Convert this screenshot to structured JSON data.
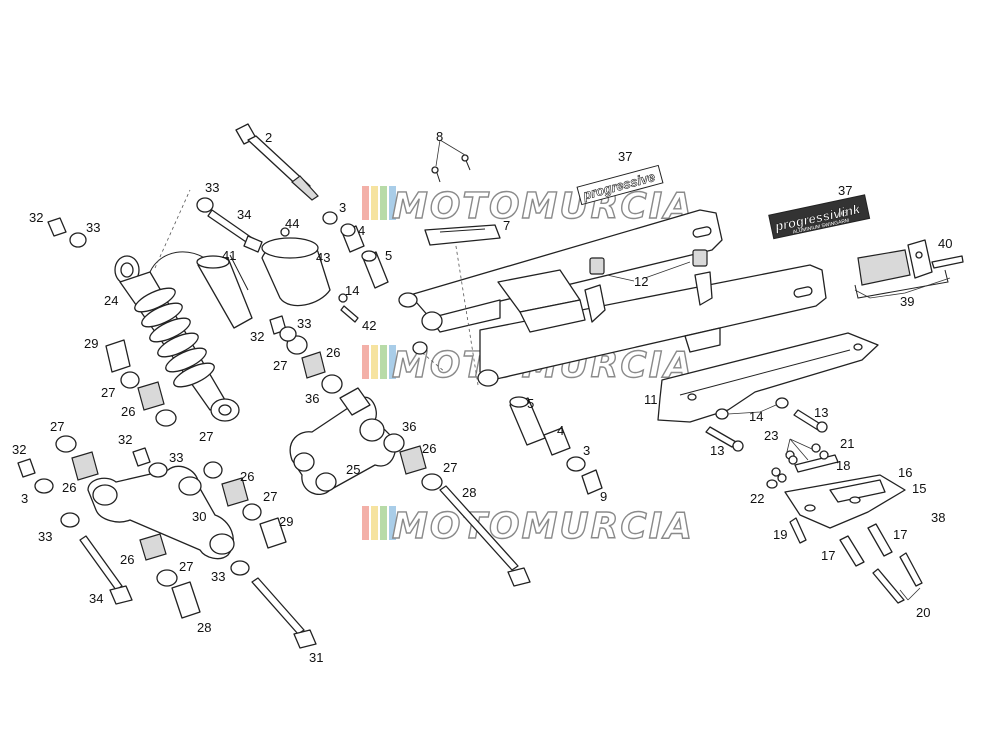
{
  "watermark": {
    "text": "MOTOMURCIA",
    "stripe_colors": [
      "#f3b0a8",
      "#f6e3a0",
      "#b8dba8",
      "#a9cde8"
    ]
  },
  "decal": {
    "brand": "progressive",
    "brand_bold": "link",
    "tagline": "ALUMINIUM SWINGARM"
  },
  "callouts": [
    "2",
    "3",
    "4",
    "5",
    "7",
    "8",
    "9",
    "11",
    "12",
    "13",
    "14",
    "15",
    "16",
    "17",
    "18",
    "19",
    "20",
    "21",
    "22",
    "23",
    "24",
    "25",
    "26",
    "27",
    "28",
    "29",
    "30",
    "31",
    "32",
    "33",
    "34",
    "36",
    "37",
    "38",
    "39",
    "40",
    "41",
    "42",
    "43",
    "44"
  ]
}
